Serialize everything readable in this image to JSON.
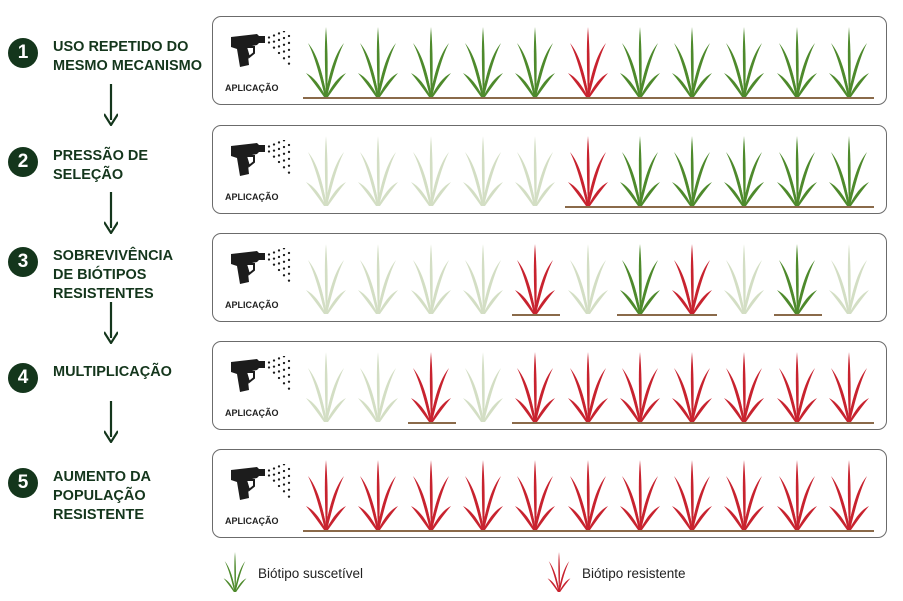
{
  "steps": [
    {
      "number": "1",
      "label": "USO REPETIDO DO\nMESMO MECANISMO",
      "plants": [
        "S",
        "S",
        "S",
        "S",
        "S",
        "R",
        "S",
        "S",
        "S",
        "S",
        "S"
      ],
      "ground": [
        [
          0,
          10
        ]
      ]
    },
    {
      "number": "2",
      "label": "PRESSÃO DE\nSELEÇÃO",
      "plants": [
        "D",
        "D",
        "D",
        "D",
        "D",
        "R",
        "S",
        "S",
        "S",
        "S",
        "S"
      ],
      "ground": [
        [
          5,
          10
        ]
      ]
    },
    {
      "number": "3",
      "label": "SOBREVIVÊNCIA\nDE BIÓTIPOS\nRESISTENTES",
      "plants": [
        "D",
        "D",
        "D",
        "D",
        "R",
        "D",
        "S",
        "R",
        "D",
        "S",
        "D"
      ],
      "ground": [
        [
          4,
          4
        ],
        [
          6,
          7
        ],
        [
          9,
          9
        ]
      ]
    },
    {
      "number": "4",
      "label": "MULTIPLICAÇÃO",
      "plants": [
        "D",
        "D",
        "R",
        "D",
        "R",
        "R",
        "R",
        "R",
        "R",
        "R",
        "R"
      ],
      "ground": [
        [
          2,
          2
        ],
        [
          4,
          10
        ]
      ]
    },
    {
      "number": "5",
      "label": "AUMENTO DA\nPOPULAÇÃO\nRESISTENTE",
      "plants": [
        "R",
        "R",
        "R",
        "R",
        "R",
        "R",
        "R",
        "R",
        "R",
        "R",
        "R"
      ],
      "ground": [
        [
          0,
          10
        ]
      ]
    }
  ],
  "application_label": "APLICAÇÃO",
  "legend": [
    {
      "type": "S",
      "label": "Biótipo suscetível"
    },
    {
      "type": "R",
      "label": "Biótipo resistente"
    }
  ],
  "colors": {
    "susceptible": "#4e8a2c",
    "resistant": "#c8232f",
    "dead": "#d3dec4",
    "dark": "#14361c",
    "ground": "#8a6a4a"
  },
  "icons": {
    "sprayer": "spray-gun-icon",
    "arrow": "arrow-down-icon",
    "plant": "grass-plant-icon"
  }
}
